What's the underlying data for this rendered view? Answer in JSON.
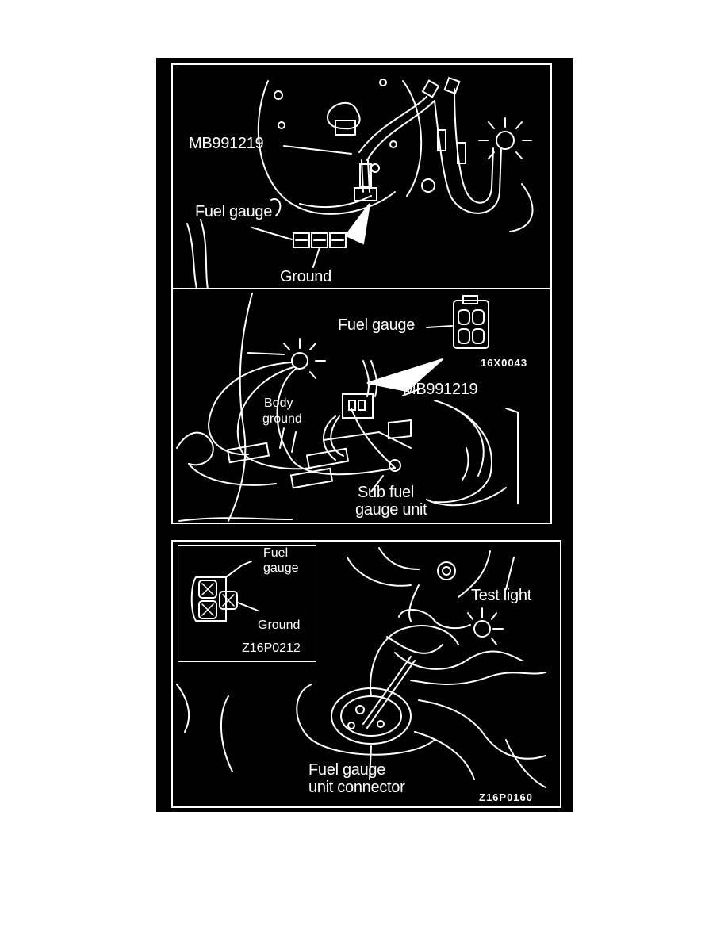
{
  "panels": {
    "top": {
      "labels": {
        "tool": "MB991219",
        "fuel_gauge": "Fuel gauge",
        "ground": "Ground"
      }
    },
    "middle": {
      "labels": {
        "fuel_gauge": "Fuel gauge",
        "code": "16X0043",
        "tool": "MB991219",
        "body_ground_1": "Body",
        "body_ground_2": "ground",
        "sub_unit_1": "Sub fuel",
        "sub_unit_2": "gauge unit"
      }
    },
    "bottom": {
      "inset": {
        "fuel_1": "Fuel",
        "fuel_2": "gauge",
        "ground": "Ground",
        "code": "Z16P0212"
      },
      "labels": {
        "test_light": "Test light",
        "connector_1": "Fuel gauge",
        "connector_2": "unit connector",
        "code": "Z16P0160"
      }
    }
  },
  "colors": {
    "background": "#000000",
    "line": "#ffffff",
    "page": "#ffffff"
  }
}
